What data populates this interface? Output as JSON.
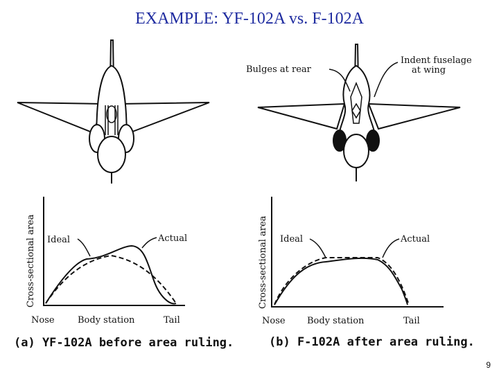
{
  "title": "EXAMPLE: YF-102A vs. F-102A",
  "top_right_annotations": {
    "bulges": "Bulges at rear",
    "indent_line1": "Indent fuselage",
    "indent_line2": "at wing"
  },
  "left_plot": {
    "ylabel": "Cross-sectional area",
    "ideal": "Ideal",
    "actual": "Actual",
    "nose": "Nose",
    "body_station": "Body station",
    "tail": "Tail",
    "caption": "(a) YF-102A before area ruling."
  },
  "right_plot": {
    "ylabel": "Cross-sectional area",
    "ideal": "Ideal",
    "actual": "Actual",
    "nose": "Nose",
    "body_station": "Body station",
    "tail": "Tail",
    "caption": "(b) F-102A after area ruling."
  },
  "page_number": "9"
}
